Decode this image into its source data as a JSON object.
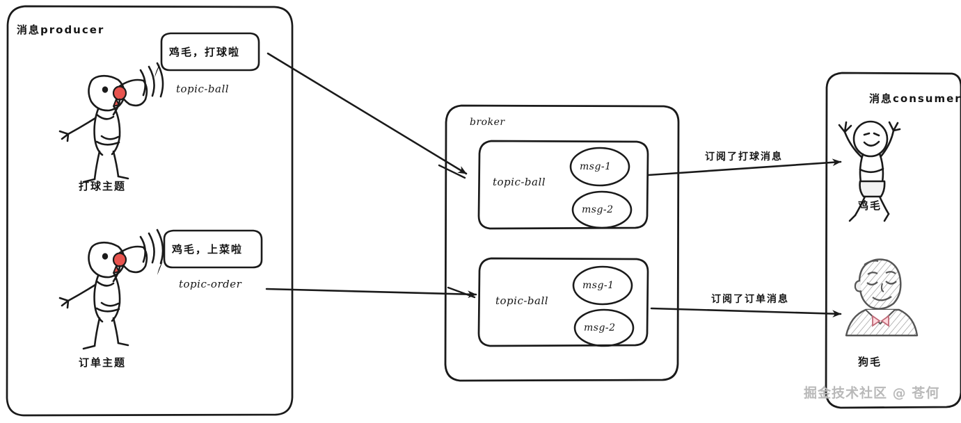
{
  "diagram": {
    "title_producer": "消息producer",
    "title_broker": "broker",
    "title_consumer": "消息consumer",
    "watermark": "掘金技术社区 @ 苍何",
    "ink_color": "#1a1a1a",
    "accent_red": "#e8544f"
  },
  "producer": {
    "panel_label": "消息producer",
    "items": [
      {
        "bubble": "鸡毛，打球啦",
        "topic": "topic-ball",
        "caption": "打球主题",
        "icon": "person-megaphone-icon"
      },
      {
        "bubble": "鸡毛，上菜啦",
        "topic": "topic-order",
        "caption": "订单主题",
        "icon": "person-megaphone-icon"
      }
    ]
  },
  "broker": {
    "label": "broker",
    "topics": [
      {
        "name": "topic-ball",
        "messages": [
          "msg-1",
          "msg-2"
        ]
      },
      {
        "name": "topic-ball",
        "messages": [
          "msg-1",
          "msg-2"
        ]
      }
    ]
  },
  "consumer": {
    "panel_label": "消息consumer",
    "items": [
      {
        "name": "鸡毛",
        "icon": "person-cheering-icon"
      },
      {
        "name": "狗毛",
        "icon": "person-portrait-icon"
      }
    ]
  },
  "arrows": [
    {
      "id": "producer-to-broker-ball",
      "label": ""
    },
    {
      "id": "producer-to-broker-order",
      "label": ""
    },
    {
      "id": "broker-to-consumer-ball",
      "label": "订阅了打球消息"
    },
    {
      "id": "broker-to-consumer-order",
      "label": "订阅了订单消息"
    }
  ]
}
